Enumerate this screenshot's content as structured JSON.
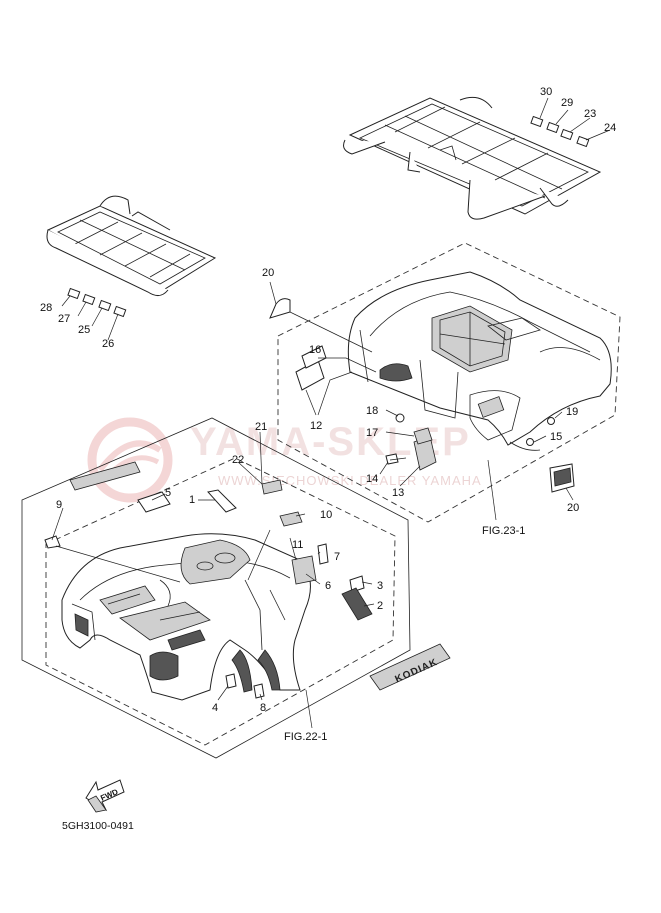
{
  "watermark": {
    "brand": "YAMA-SKLEP",
    "tagline": "WWW.SIECHOWSKI DEALER YAMAHA"
  },
  "figure_refs": {
    "fig23": "FIG.23-1",
    "fig22": "FIG.22-1"
  },
  "fwd_label": "FWD",
  "decal_text": "KODIAK",
  "diagram_code": "5GH3100-0491",
  "callouts": {
    "c1": "1",
    "c2": "2",
    "c3": "3",
    "c4": "4",
    "c5": "5",
    "c6": "6",
    "c7": "7",
    "c8": "8",
    "c9": "9",
    "c10": "10",
    "c11": "11",
    "c12": "12",
    "c13": "13",
    "c14": "14",
    "c15": "15",
    "c16": "16",
    "c17": "17",
    "c18": "18",
    "c19": "19",
    "c20a": "20",
    "c20b": "20",
    "c21": "21",
    "c22": "22",
    "c23": "23",
    "c24": "24",
    "c25": "25",
    "c26": "26",
    "c27": "27",
    "c28": "28",
    "c29": "29",
    "c30": "30"
  }
}
